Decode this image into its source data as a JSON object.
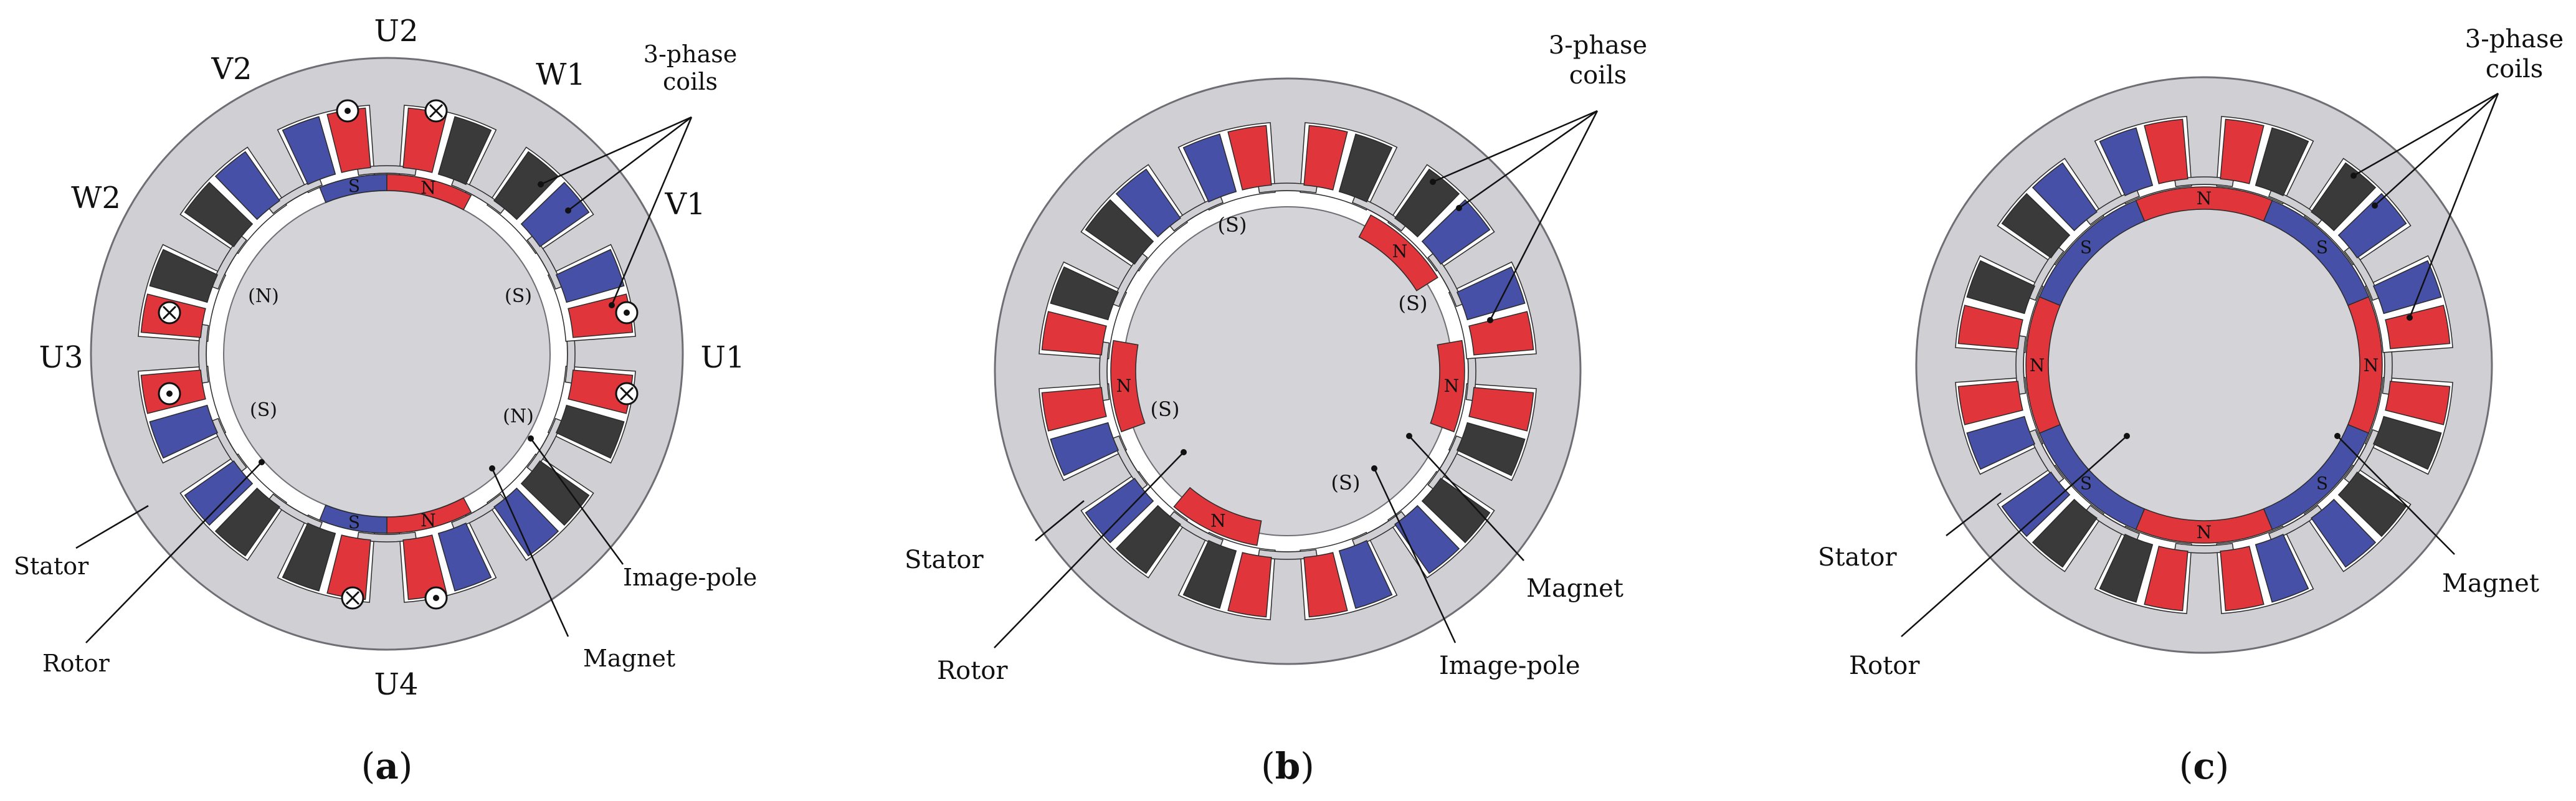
{
  "colors": {
    "stator": "#cfcfd4",
    "stator_edge": "#6e6e74",
    "rotor": "#d3d3d8",
    "coil_u": "#e0353b",
    "coil_v": "#4650a6",
    "coil_w": "#3a3a3a",
    "magnet_n": "#e0353b",
    "magnet_s": "#4650a6",
    "ink": "#111111"
  },
  "panels": [
    {
      "id": "a",
      "caption_open": "(",
      "caption_letter": "a",
      "caption_close": ")",
      "phase_labels": [
        "U2",
        "V2",
        "W1",
        "W2",
        "V1",
        "U3",
        "U1",
        "U4"
      ],
      "coil_callout": "3-phase coils",
      "stator_label": "Stator",
      "rotor_label": "Rotor",
      "magnet_label": "Magnet",
      "image_pole_label": "Image-pole",
      "magnets": [
        {
          "letter": "S",
          "polarity": "S"
        },
        {
          "letter": "N",
          "polarity": "N"
        },
        {
          "letter": "N",
          "polarity": "N"
        },
        {
          "letter": "S",
          "polarity": "S"
        }
      ],
      "image_poles": [
        "(N)",
        "(S)",
        "(S)",
        "(N)"
      ],
      "current_symbols": [
        "dot",
        "cross",
        "cross",
        "dot",
        "dot",
        "cross",
        "cross",
        "dot"
      ]
    },
    {
      "id": "b",
      "caption_open": "(",
      "caption_letter": "b",
      "caption_close": ")",
      "coil_callout": "3-phase coils",
      "stator_label": "Stator",
      "rotor_label": "Rotor",
      "magnet_label": "Magnet",
      "image_pole_label": "Image-pole",
      "magnets": [
        {
          "letter": "N",
          "polarity": "N"
        },
        {
          "letter": "N",
          "polarity": "N"
        },
        {
          "letter": "N",
          "polarity": "N"
        },
        {
          "letter": "N",
          "polarity": "N"
        }
      ],
      "image_poles": [
        "(S)",
        "(S)",
        "(S)",
        "(S)"
      ]
    },
    {
      "id": "c",
      "caption_open": "(",
      "caption_letter": "c",
      "caption_close": ")",
      "coil_callout": "3-phase coils",
      "stator_label": "Stator",
      "rotor_label": "Rotor",
      "magnet_label": "Magnet",
      "magnets": [
        {
          "letter": "N",
          "polarity": "N"
        },
        {
          "letter": "S",
          "polarity": "S"
        },
        {
          "letter": "N",
          "polarity": "N"
        },
        {
          "letter": "S",
          "polarity": "S"
        },
        {
          "letter": "N",
          "polarity": "N"
        },
        {
          "letter": "S",
          "polarity": "S"
        },
        {
          "letter": "N",
          "polarity": "N"
        },
        {
          "letter": "S",
          "polarity": "S"
        }
      ]
    }
  ]
}
